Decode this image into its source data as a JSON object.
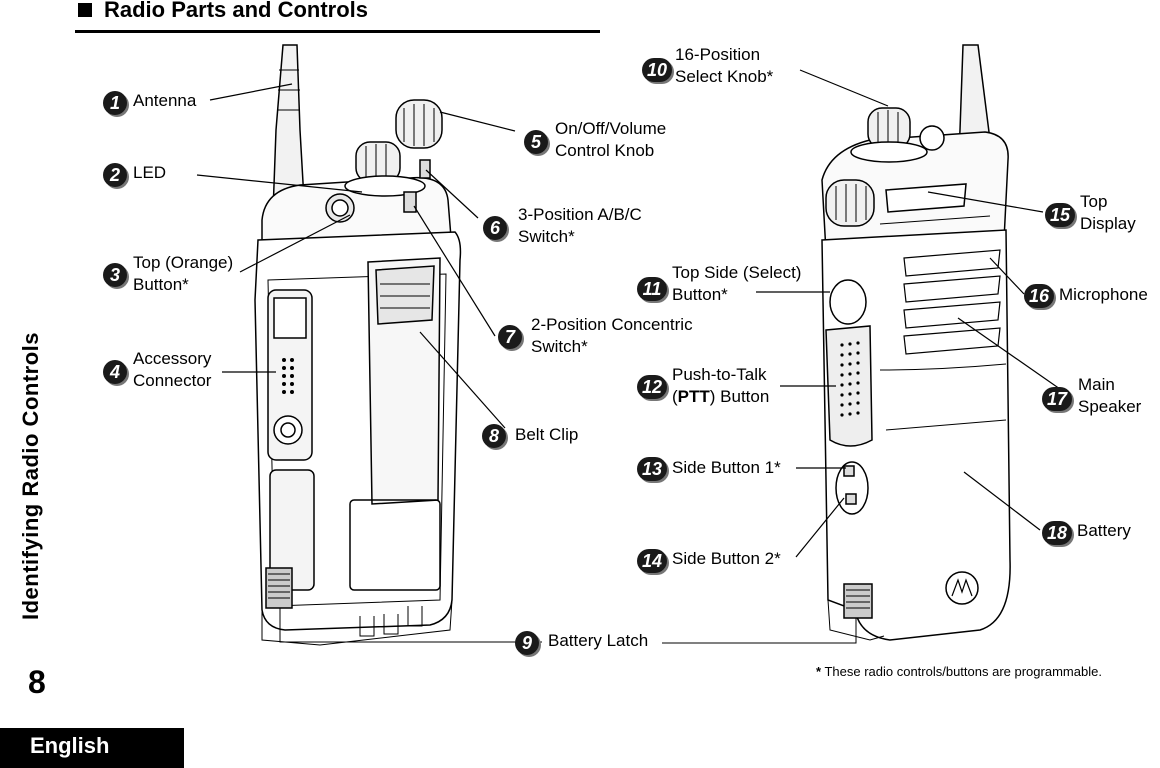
{
  "header": {
    "title": "Radio Parts and Controls"
  },
  "side_title": "Identifying Radio Controls",
  "page_number": "8",
  "language": "English",
  "callouts": [
    {
      "num": "1",
      "label": "Antenna"
    },
    {
      "num": "2",
      "label": "LED"
    },
    {
      "num": "3",
      "label": "Top (Orange)\nButton*"
    },
    {
      "num": "4",
      "label": "Accessory\nConnector"
    },
    {
      "num": "5",
      "label": "On/Off/Volume\nControl Knob"
    },
    {
      "num": "6",
      "label": "3-Position A/B/C\nSwitch*"
    },
    {
      "num": "7",
      "label": "2-Position Concentric\nSwitch*"
    },
    {
      "num": "8",
      "label": "Belt Clip"
    },
    {
      "num": "9",
      "label": "Battery Latch"
    },
    {
      "num": "10",
      "label": "16-Position\nSelect Knob*"
    },
    {
      "num": "11",
      "label": "Top Side (Select)\nButton*"
    },
    {
      "num": "12",
      "label": "Push-to-Talk\n(PTT) Button"
    },
    {
      "num": "13",
      "label": "Side Button 1*"
    },
    {
      "num": "14",
      "label": "Side Button 2*"
    },
    {
      "num": "15",
      "label": "Top\nDisplay"
    },
    {
      "num": "16",
      "label": "Microphone"
    },
    {
      "num": "17",
      "label": "Main\nSpeaker"
    },
    {
      "num": "18",
      "label": "Battery"
    }
  ],
  "footnote": {
    "mark": "*",
    "text": "These radio controls/buttons are programmable."
  }
}
